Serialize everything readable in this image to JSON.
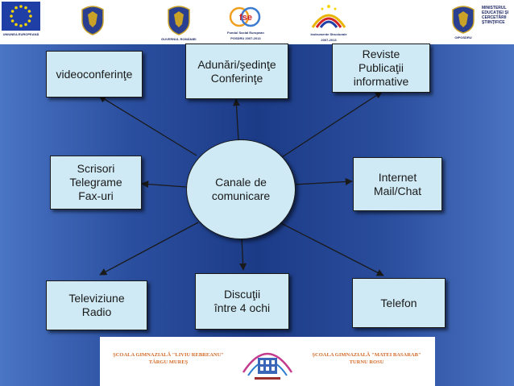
{
  "header": {
    "eu_caption": "UNIUNEA EUROPEANĂ",
    "fse_caption_1": "Fondul Social European",
    "fse_caption_2": "POSDRU 2007-2013",
    "is_caption_1": "Instrumente Structurale",
    "is_caption_2": "2007-2013",
    "gov2_caption": "GUVERNUL ROMÂNIEI",
    "fse_logo_text": "fse",
    "oiposdru_caption": "OIPOSDRU",
    "ministry_lines": [
      "MINISTERUL",
      "EDUCAŢIEI ŞI",
      "CERCETĂRII",
      "ŞTIINŢIFICE"
    ]
  },
  "diagram": {
    "hub_lines": [
      "Canale de",
      "comunicare"
    ],
    "nodes": [
      {
        "id": "videoconf",
        "lines": [
          "videoconferinţe"
        ]
      },
      {
        "id": "adunari",
        "lines": [
          "Adunări/şedinţe",
          "Conferinţe"
        ]
      },
      {
        "id": "reviste",
        "lines": [
          "Reviste",
          "Publicaţii",
          "informative"
        ]
      },
      {
        "id": "scrisori",
        "lines": [
          "Scrisori",
          "Telegrame",
          "Fax-uri"
        ]
      },
      {
        "id": "internet",
        "lines": [
          "Internet",
          "Mail/Chat"
        ]
      },
      {
        "id": "televiziune",
        "lines": [
          "Televiziune",
          "Radio"
        ]
      },
      {
        "id": "discutii",
        "lines": [
          "Discuţii",
          "între 4 ochi"
        ]
      },
      {
        "id": "telefon",
        "lines": [
          "Telefon"
        ]
      }
    ]
  },
  "footer": {
    "school_left_1": "ŞCOALA GIMNAZIALĂ \"LIVIU REBREANU\"",
    "school_left_2": "TÂRGU MUREŞ",
    "school_right_1": "ŞCOALA GIMNAZIALĂ \"MATEI BASARAB\"",
    "school_right_2": "TURNU ROSU"
  },
  "colors": {
    "band_dark": "#1c3b87",
    "band_light": "#4a74c4",
    "box_fill": "#cfeaf4",
    "arrow": "#1a1a1a",
    "school_text": "#d36b2a"
  }
}
